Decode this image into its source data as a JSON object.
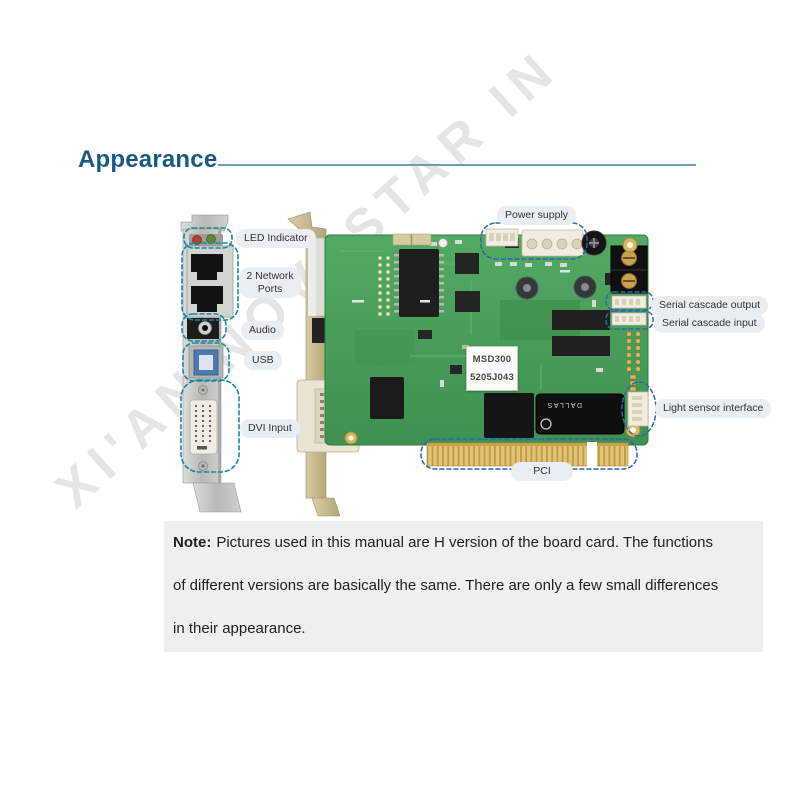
{
  "header": {
    "title": "Appearance"
  },
  "watermark": {
    "text": "XI'AN NOVASTAR IN"
  },
  "panel_labels": {
    "led": "LED Indicator",
    "network": "2 Network Ports",
    "audio": "Audio",
    "usb": "USB",
    "dvi": "DVI Input"
  },
  "board_labels": {
    "power": "Power supply",
    "serial_out": "Serial cascade output",
    "serial_in": "Serial cascade input",
    "light": "Light sensor interface",
    "pci": "PCI"
  },
  "board_sticker": {
    "line1": "MSD300",
    "line2": "5205J043"
  },
  "chip_markings": {
    "rtc": "DALLAS"
  },
  "note": {
    "prefix": "Note:",
    "lines": [
      "Pictures used in this manual are H version of the board card. The functions",
      "of different versions are basically the same. There are only a few small differences",
      "in their appearance."
    ]
  },
  "colors": {
    "title_blue": "#1a5a82",
    "rule_line": "#6f9dad",
    "panel_dash_teal": "#1889a0",
    "board_dash_blue": "#2f66b0",
    "pcb_green": "#46a057",
    "gold_edge": "#d2ac55",
    "bubble_bg": "#e9edf4",
    "note_bg": "#efefef",
    "watermark_gray": "#e5e5e5"
  }
}
